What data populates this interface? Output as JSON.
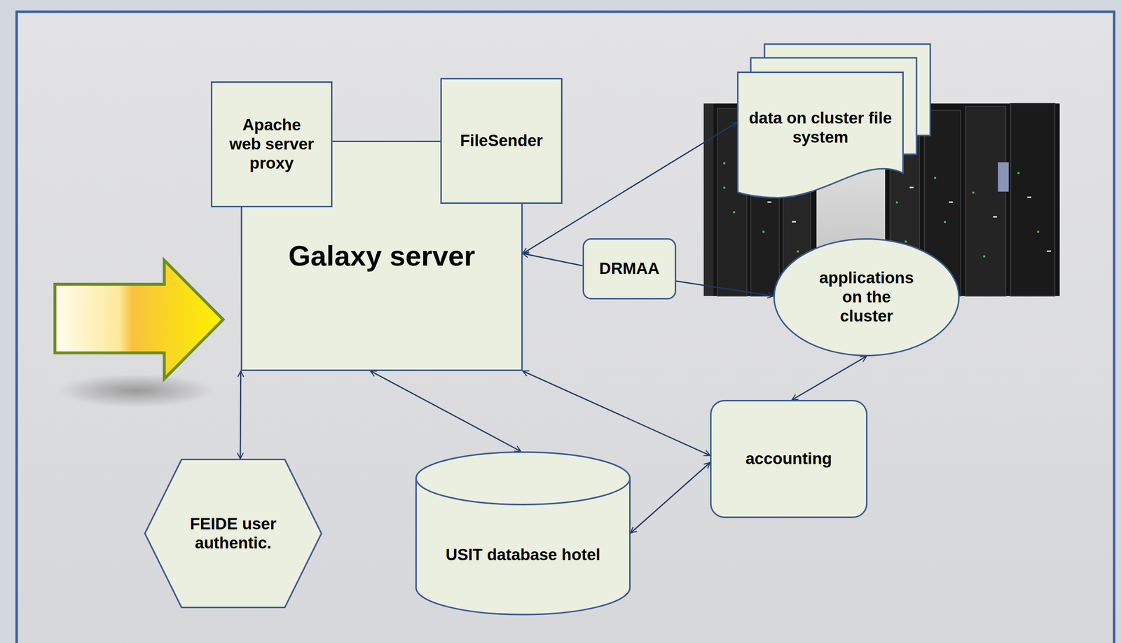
{
  "diagram": {
    "nodes": [
      {
        "text": [
          "Apache web server proxy"
        ]
      },
      {
        "text": [
          "FileSender"
        ]
      },
      {
        "text": [
          "data on cluster file system"
        ]
      },
      {
        "text": [
          "Galaxy server"
        ]
      },
      {
        "text": [
          "DRMAA"
        ]
      },
      {
        "text": [
          "applications on the cluster"
        ]
      },
      {
        "text": [
          "accounting"
        ]
      },
      {
        "text": [
          "FEIDE user authentic."
        ]
      },
      {
        "text": [
          "USIT database hotel"
        ]
      }
    ],
    "edges": [
      {
        "from": 3,
        "to": 2,
        "arrow": "both"
      },
      {
        "from": 4,
        "to": 3,
        "arrow": "to"
      },
      {
        "from": 4,
        "to": 5,
        "arrow": "to"
      },
      {
        "from": 3,
        "to": 7,
        "arrow": "both"
      },
      {
        "from": 3,
        "to": 8,
        "arrow": "both"
      },
      {
        "from": 3,
        "to": 6,
        "arrow": "both"
      },
      {
        "from": 6,
        "to": 5,
        "arrow": "both"
      },
      {
        "from": 6,
        "to": 8,
        "arrow": "both"
      }
    ]
  }
}
